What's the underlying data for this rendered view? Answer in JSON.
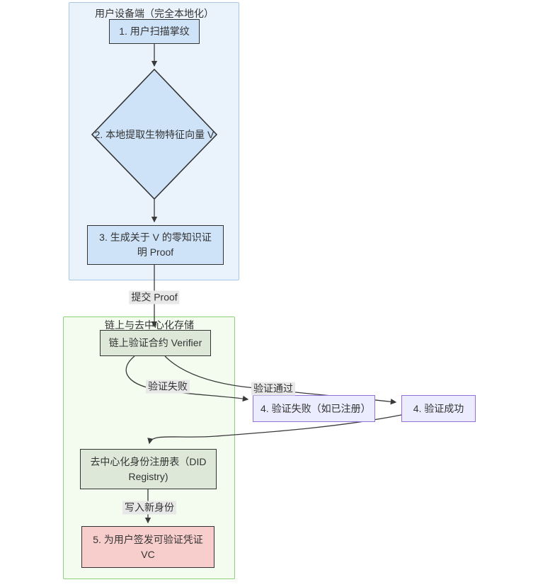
{
  "diagram": {
    "clusters": {
      "device": {
        "label": "用户设备端（完全本地化）"
      },
      "chain": {
        "label": "链上与去中心化存储"
      }
    },
    "nodes": {
      "scan": {
        "label": "1. 用户扫描掌纹"
      },
      "extract": {
        "label": "2. 本地提取生物特征向量 V"
      },
      "proof": {
        "label": "3. 生成关于 V 的零知识证明 Proof"
      },
      "verifier": {
        "label": "链上验证合约 Verifier"
      },
      "fail": {
        "label": "4. 验证失败（如已注册）"
      },
      "success": {
        "label": "4. 验证成功"
      },
      "registry": {
        "label": "去中心化身份注册表（DID Registry)"
      },
      "vc": {
        "label": "5. 为用户签发可验证凭证 VC"
      }
    },
    "edge_labels": {
      "submit_proof": "提交 Proof",
      "verify_fail": "验证失败",
      "verify_pass": "验证通过",
      "write_identity": "写入新身份"
    },
    "colors": {
      "blue_cluster_fill": "#eaf3fc",
      "blue_cluster_border": "#a9c7e7",
      "blue_node_fill": "#cfe3f8",
      "green_cluster_fill": "#f3fcee",
      "green_cluster_border": "#8ed17b",
      "green_node_fill": "#dde8d9",
      "purple_node_fill": "#ececff",
      "purple_node_border": "#9370db",
      "pink_node_fill": "#f8cecc",
      "dark_border": "#333333",
      "edge_color": "#3a3a3a",
      "edge_label_bg": "#e8e8e8",
      "text_color": "#333333"
    }
  }
}
